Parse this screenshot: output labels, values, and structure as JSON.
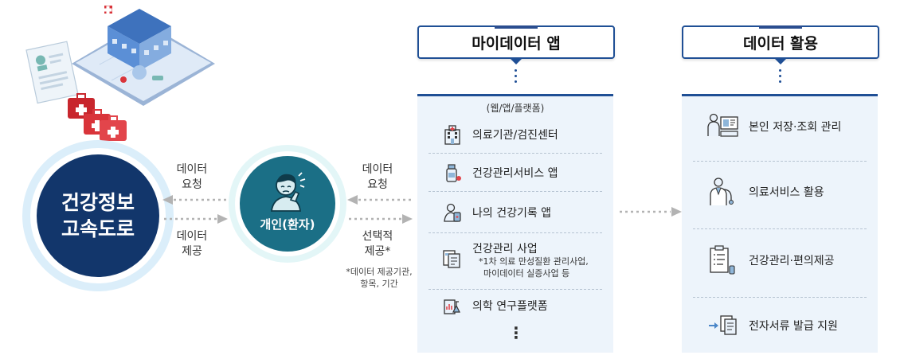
{
  "hub": {
    "line1": "건강정보",
    "line2": "고속도로"
  },
  "patient": {
    "label": "개인(환자)"
  },
  "left_flow": {
    "request_line1": "데이터",
    "request_line2": "요청",
    "provide_line1": "데이터",
    "provide_line2": "제공"
  },
  "right_flow": {
    "request_line1": "데이터",
    "request_line2": "요청",
    "provide_line1": "선택적",
    "provide_line2": "제공*",
    "note_line1": "*데이터 제공기관,",
    "note_line2": "항목, 기간"
  },
  "mydata_app": {
    "title": "마이데이터 앱",
    "subtitle": "(웹/앱/플랫폼)",
    "items": [
      {
        "label": "의료기관/검진센터",
        "icon": "hospital-building-icon"
      },
      {
        "label": "건강관리서비스 앱",
        "icon": "medicine-bottle-icon"
      },
      {
        "label": "나의 건강기록 앱",
        "icon": "user-phone-icon"
      },
      {
        "label": "건강관리 사업",
        "sub1": "*1차 의료 만성질환 관리사업,",
        "sub2": "마이데이터 실증사업 등",
        "icon": "documents-icon"
      },
      {
        "label": "의학 연구플랫폼",
        "icon": "research-flask-icon"
      }
    ],
    "more": "⋮"
  },
  "data_use": {
    "title": "데이터 활용",
    "items": [
      {
        "label": "본인 저장·조회 관리",
        "icon": "person-monitor-icon"
      },
      {
        "label": "의료서비스 활용",
        "icon": "doctor-stethoscope-icon"
      },
      {
        "label": "건강관리·편의제공",
        "icon": "clipboard-icon"
      },
      {
        "label": "전자서류 발급 지원",
        "icon": "e-document-icon"
      }
    ]
  },
  "colors": {
    "navy": "#12366b",
    "teal": "#1b6f86",
    "accent": "#1f4f95",
    "panel": "#edf4fb",
    "arrow": "#b3b3b3",
    "medical_red": "#d9343a"
  }
}
